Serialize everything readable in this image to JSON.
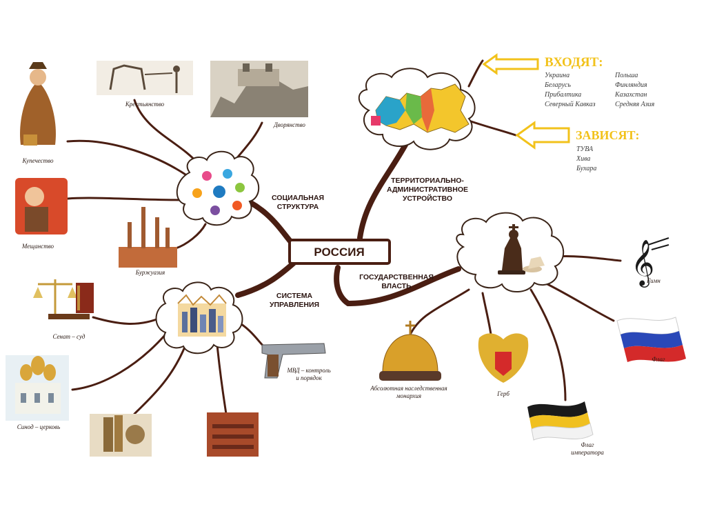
{
  "center": {
    "title": "РОССИЯ"
  },
  "branches": {
    "social": {
      "line1": "СОЦИАЛЬНАЯ",
      "line2": "СТРУКТУРА"
    },
    "territorial": {
      "line1": "ТЕРРИТОРИАЛЬНО-",
      "line2": "АДМИНИСТРАТИВНОЕ",
      "line3": "УСТРОЙСТВО"
    },
    "power": {
      "line1": "ГОСУДАРСТВЕННАЯ",
      "line2": "ВЛАСТЬ"
    },
    "governance": {
      "line1": "СИСТЕМА",
      "line2": "УПРАВЛЕНИЯ"
    }
  },
  "social_items": {
    "merchants": "Купечество",
    "peasants": "Крестьянство",
    "nobility": "Дворянство",
    "townsfolk": "Мещанство",
    "bourgeoisie": "Буржуазия"
  },
  "governance_items": {
    "senate": "Сенат – суд",
    "synod": "Синод – церковь",
    "mvd_line1": "МВД – контроль",
    "mvd_line2": "и порядок"
  },
  "power_items": {
    "monarchy_line1": "Абсолютная наследственная",
    "monarchy_line2": "монархия",
    "coat": "Герб",
    "anthem": "Гимн",
    "flag": "Флаг",
    "imperial_flag_line1": "Флаг",
    "imperial_flag_line2": "императора"
  },
  "territory": {
    "include_title": "ВХОДЯТ:",
    "depend_title": "ЗАВИСЯТ:",
    "include_col1": [
      "Украина",
      "Беларусь",
      "Прибалтика",
      "Северный Кавказ"
    ],
    "include_col2": [
      "Польша",
      "Финляндия",
      "Казахстан",
      "Средняя Азия"
    ],
    "depend_list": [
      "ТУВА",
      "Хива",
      "Бухара"
    ]
  },
  "colors": {
    "branch": "#4a1e12",
    "accent": "#f2c21b",
    "cloud_outline": "#3a2418"
  }
}
